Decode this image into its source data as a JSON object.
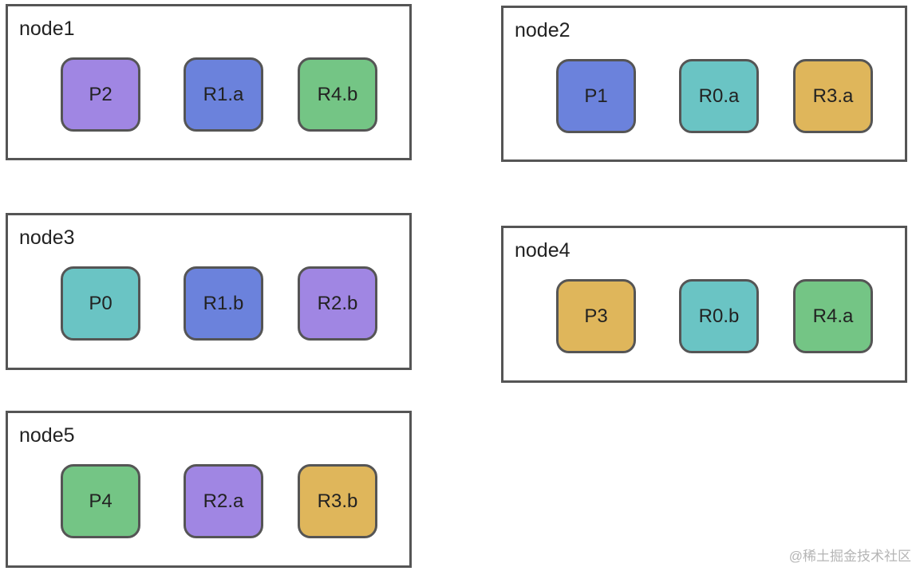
{
  "colors": {
    "purple": "#a086e3",
    "blue": "#6b82dc",
    "green": "#74c585",
    "teal": "#6ac4c4",
    "yellow": "#dfb65b",
    "border": "#555555"
  },
  "nodes": [
    {
      "label": "node1",
      "shards": [
        {
          "label": "P2",
          "color": "purple"
        },
        {
          "label": "R1.a",
          "color": "blue"
        },
        {
          "label": "R4.b",
          "color": "green"
        }
      ]
    },
    {
      "label": "node2",
      "shards": [
        {
          "label": "P1",
          "color": "blue"
        },
        {
          "label": "R0.a",
          "color": "teal"
        },
        {
          "label": "R3.a",
          "color": "yellow"
        }
      ]
    },
    {
      "label": "node3",
      "shards": [
        {
          "label": "P0",
          "color": "teal"
        },
        {
          "label": "R1.b",
          "color": "blue"
        },
        {
          "label": "R2.b",
          "color": "purple"
        }
      ]
    },
    {
      "label": "node4",
      "shards": [
        {
          "label": "P3",
          "color": "yellow"
        },
        {
          "label": "R0.b",
          "color": "teal"
        },
        {
          "label": "R4.a",
          "color": "green"
        }
      ]
    },
    {
      "label": "node5",
      "shards": [
        {
          "label": "P4",
          "color": "green"
        },
        {
          "label": "R2.a",
          "color": "purple"
        },
        {
          "label": "R3.b",
          "color": "yellow"
        }
      ]
    }
  ],
  "watermark": "@稀土掘金技术社区"
}
